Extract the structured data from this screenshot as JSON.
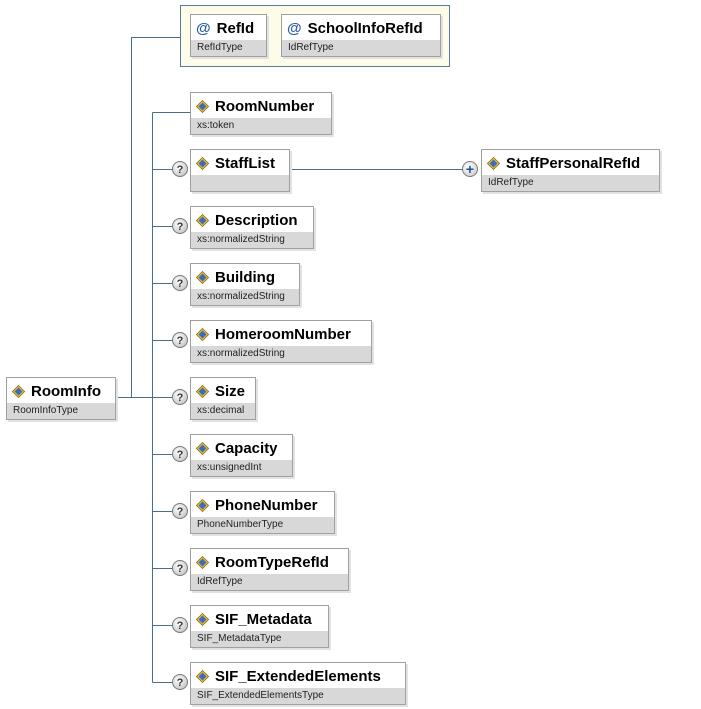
{
  "root": {
    "name": "RoomInfo",
    "type": "RoomInfoType",
    "icon": "element-icon"
  },
  "attributes": [
    {
      "name": "RefId",
      "type": "RefIdType",
      "icon": "at-sign-icon"
    },
    {
      "name": "SchoolInfoRefId",
      "type": "IdRefType",
      "icon": "at-sign-icon"
    }
  ],
  "children": [
    {
      "name": "RoomNumber",
      "type": "xs:token",
      "optional": false
    },
    {
      "name": "StaffList",
      "type": "",
      "optional": true
    },
    {
      "name": "Description",
      "type": "xs:normalizedString",
      "optional": true
    },
    {
      "name": "Building",
      "type": "xs:normalizedString",
      "optional": true
    },
    {
      "name": "HomeroomNumber",
      "type": "xs:normalizedString",
      "optional": true
    },
    {
      "name": "Size",
      "type": "xs:decimal",
      "optional": true
    },
    {
      "name": "Capacity",
      "type": "xs:unsignedInt",
      "optional": true
    },
    {
      "name": "PhoneNumber",
      "type": "PhoneNumberType",
      "optional": true
    },
    {
      "name": "RoomTypeRefId",
      "type": "IdRefType",
      "optional": true
    },
    {
      "name": "SIF_Metadata",
      "type": "SIF_MetadataType",
      "optional": true
    },
    {
      "name": "SIF_ExtendedElements",
      "type": "SIF_ExtendedElementsType",
      "optional": true
    }
  ],
  "staff_list_child": {
    "name": "StaffPersonalRefId",
    "type": "IdRefType",
    "expandable": true
  },
  "icons": {
    "optional": "?",
    "expand": "+"
  },
  "colors": {
    "connector": "#4a6d8c",
    "attribute_group_bg": "#fcfce9",
    "type_bar": "#d8d8d8"
  }
}
